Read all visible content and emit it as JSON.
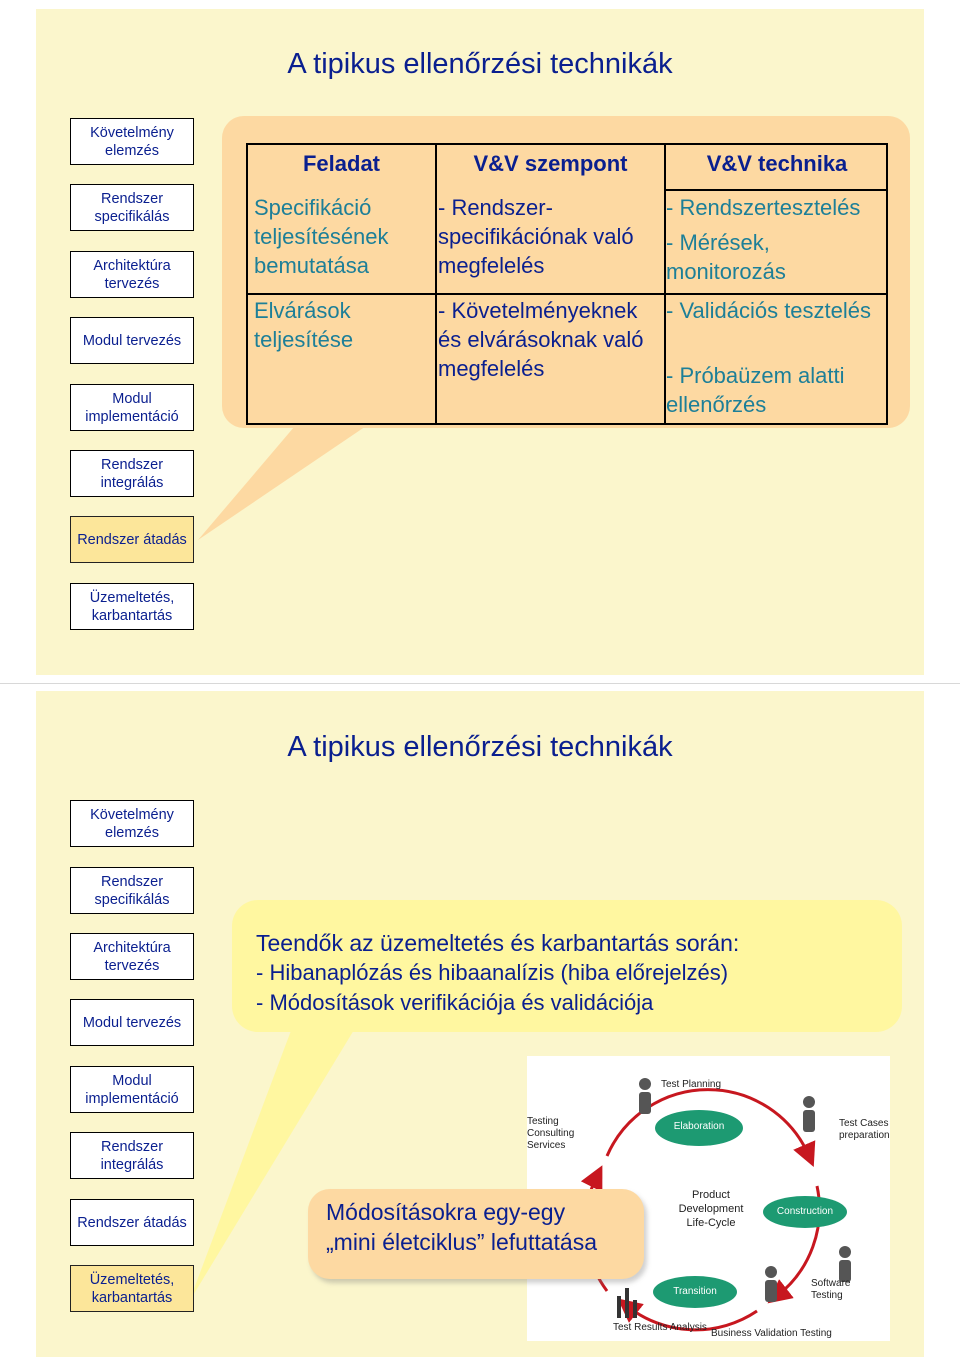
{
  "slide1": {
    "title": "A tipikus ellenőrzési technikák",
    "phases": [
      "Követelmény elemzés",
      "Rendszer specifikálás",
      "Architektúra tervezés",
      "Modul tervezés",
      "Modul implementáció",
      "Rendszer integrálás",
      "Rendszer átadás",
      "Üzemeltetés, karbantartás"
    ],
    "table": {
      "headers": [
        "Feladat",
        "V&V szempont",
        "V&V technika"
      ],
      "row1": {
        "task": "Specifikáció teljesítésének bemutatása",
        "aspect": "- Rendszer- specifikációnak való megfelelés",
        "technique1": "- Rendszertesztelés",
        "technique2": "- Mérések, monitorozás"
      },
      "row2": {
        "task": "Elvárások teljesítése",
        "aspect": "- Követelményeknek és elvárásoknak való megfelelés",
        "technique1": "- Validációs tesztelés",
        "technique2": "- Próbaüzem alatti ellenőrzés"
      }
    }
  },
  "slide2": {
    "title": "A tipikus ellenőrzési technikák",
    "phases": [
      "Követelmény elemzés",
      "Rendszer specifikálás",
      "Architektúra tervezés",
      "Modul tervezés",
      "Modul implementáció",
      "Rendszer integrálás",
      "Rendszer átadás",
      "Üzemeltetés, karbantartás"
    ],
    "tasks_heading": "Teendők az üzemeltetés és karbantartás során:",
    "task1": "- Hibanaplózás és hibaanalízis (hiba előrejelzés)",
    "task2": "- Módosítások verifikációja és validációja",
    "callout_line1": "Módosításokra egy-egy",
    "callout_line2": "„mini életciklus” lefuttatása",
    "diagram": {
      "center": "Product Development Life-Cycle",
      "phases": [
        "Elaboration",
        "Construction",
        "Transition"
      ],
      "labels": [
        "Test Planning",
        "Testing Consulting Services",
        "Test Cases preparation",
        "Software Testing",
        "Test Results Analysis",
        "Business Validation Testing"
      ],
      "colors": {
        "phase_fill": "#1d9a72",
        "arc": "#c7171f"
      }
    }
  }
}
